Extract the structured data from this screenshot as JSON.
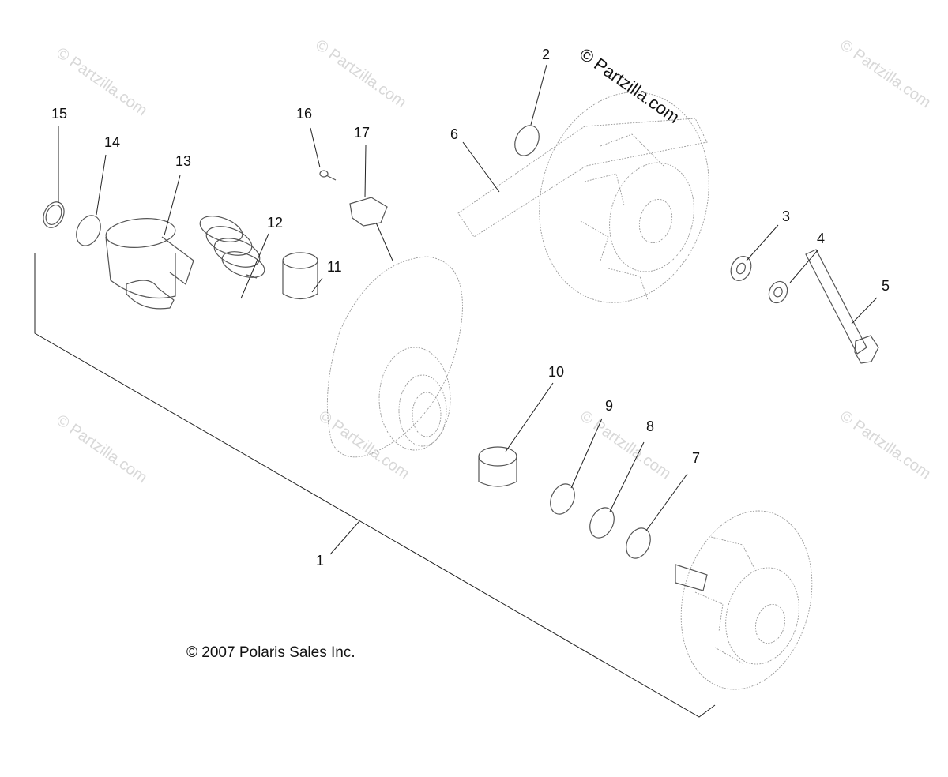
{
  "watermarks": [
    "© Partzilla.com",
    "© Partzilla.com",
    "© Partzilla.com",
    "© Partzilla.com",
    "© Partzilla.com",
    "© Partzilla.com",
    "© Partzilla.com",
    "© Partzilla.com"
  ],
  "main_watermark": "© Partzilla.com",
  "copyright": "© 2007 Polaris Sales Inc.",
  "callouts": [
    "1",
    "2",
    "3",
    "4",
    "5",
    "6",
    "7",
    "8",
    "9",
    "10",
    "11",
    "12",
    "13",
    "14",
    "15",
    "16",
    "17"
  ]
}
